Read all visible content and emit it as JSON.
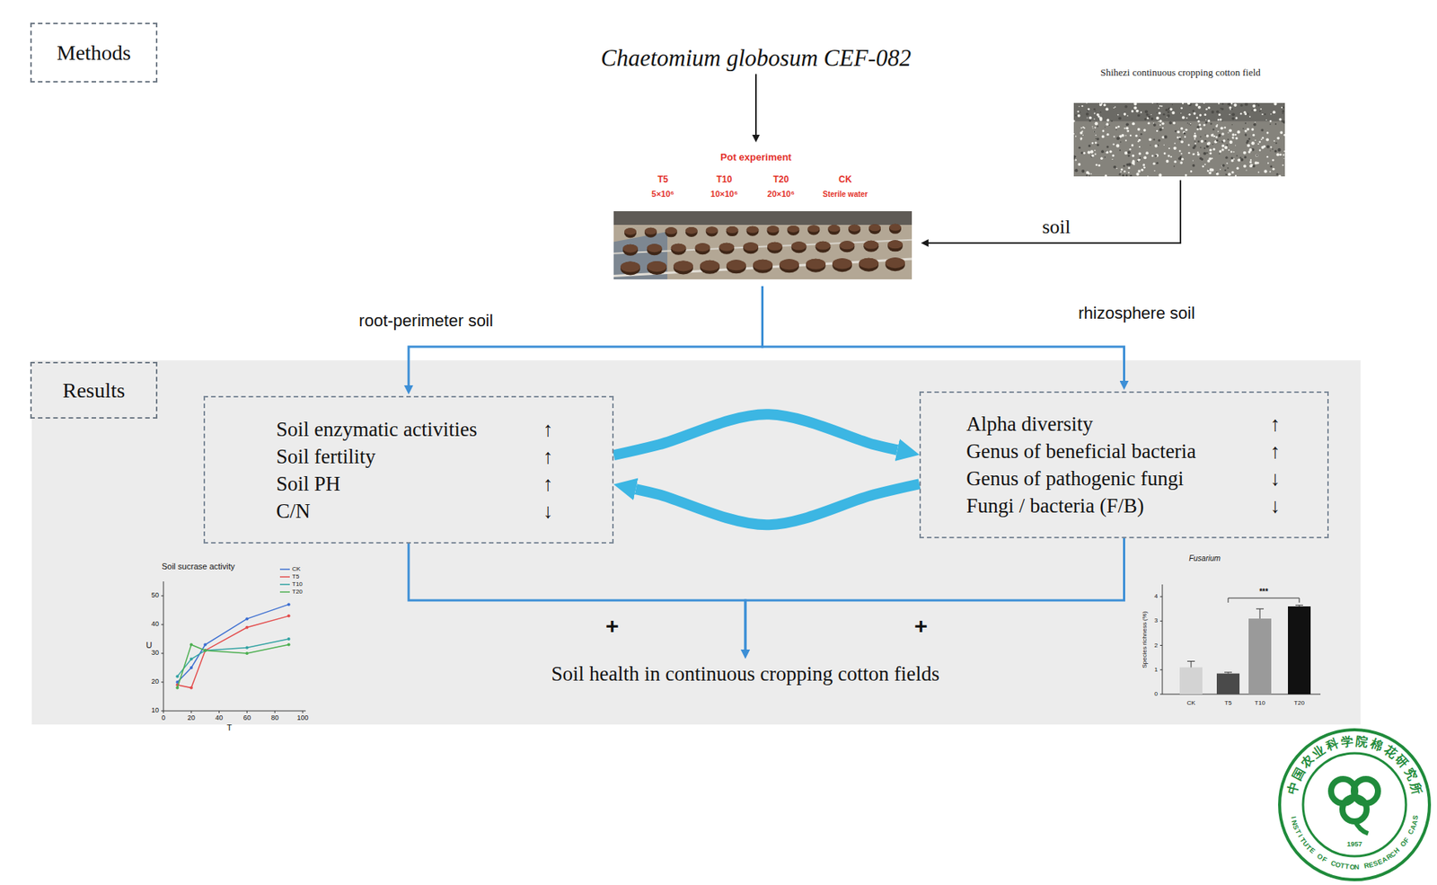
{
  "diagram": {
    "nodes": [
      {
        "text": [
          "Methods"
        ]
      },
      {
        "text": [
          "Chaetomium globosum CEF-082"
        ]
      },
      {
        "text": [
          "Pot experiment",
          "T5",
          "5×10⁶",
          "T10",
          "10×10⁶",
          "T20",
          "20×10⁶",
          "CK",
          "Sterile water"
        ]
      },
      {
        "text": [
          "Shihezi continuous cropping cotton field"
        ]
      },
      {
        "text": [
          "Results"
        ]
      },
      {
        "text": [
          "Soil enzymatic activities",
          "↑",
          "Soil fertility",
          "↑",
          "Soil PH",
          "↑",
          "C/N",
          "↓"
        ]
      },
      {
        "text": [
          "Alpha diversity",
          "↑",
          "Genus of beneficial bacteria",
          "↑",
          "Genus of pathogenic fungi",
          "↓",
          "Fungi / bacteria (F/B)",
          "↓"
        ]
      },
      {
        "text": [
          "Soil health in continuous cropping cotton fields"
        ]
      }
    ],
    "edges": [
      {
        "from": 1,
        "to": 2,
        "arrow": "to"
      },
      {
        "from": 3,
        "to": 2,
        "label": "soil",
        "arrow": "to"
      },
      {
        "from": 2,
        "to": 5,
        "label": "root-perimeter soil",
        "arrow": "to"
      },
      {
        "from": 2,
        "to": 6,
        "label": "rhizosphere soil",
        "arrow": "to"
      },
      {
        "from": 5,
        "to": 6,
        "arrow": "to"
      },
      {
        "from": 6,
        "to": 5,
        "arrow": "to"
      },
      {
        "from": 5,
        "to": 7,
        "arrow": "to"
      },
      {
        "from": 6,
        "to": 7,
        "arrow": "to"
      }
    ],
    "labels": [
      "+",
      "+",
      "Soil sucrase activity",
      "U",
      "T",
      "0",
      "20",
      "40",
      "60",
      "80",
      "100",
      "10",
      "20",
      "30",
      "40",
      "50",
      "Fusarium",
      "Species richness (%)",
      "0",
      "1",
      "2",
      "3",
      "4",
      "CK",
      "T5",
      "T10",
      "T20",
      "***",
      "中国农业科学院棉花研究所",
      "INSTITUTE OF COTTON RESEARCH OF CAAS",
      "1957"
    ],
    "legend": [
      {
        "text": "CK"
      },
      {
        "text": "T5"
      },
      {
        "text": "T10"
      },
      {
        "text": "T20"
      }
    ]
  }
}
